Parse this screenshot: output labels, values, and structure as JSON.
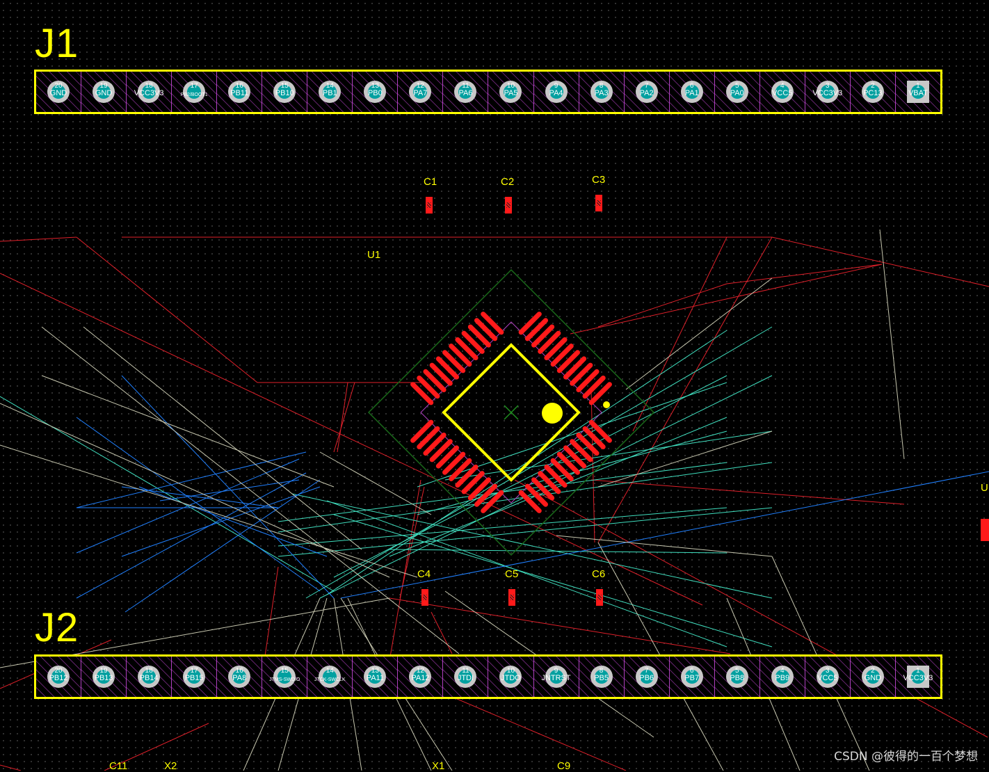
{
  "app": {
    "watermark": "CSDN @彼得的一百个梦想"
  },
  "colors": {
    "silkscreen": "#ffff00",
    "pad": "#ff1a1a",
    "ratsnest_red": "#e0202a",
    "ratsnest_cyan": "#40e0c0",
    "ratsnest_blue": "#2080ff",
    "ratsnest_gray": "#c8c8b0",
    "courtyard": "#1a6a1a",
    "hatch": "#b040c0"
  },
  "components": {
    "j1": {
      "designator": "J1"
    },
    "j2": {
      "designator": "J2"
    },
    "u1": {
      "designator": "U1"
    },
    "caps_top": [
      {
        "designator": "C1"
      },
      {
        "designator": "C2"
      },
      {
        "designator": "C3"
      }
    ],
    "caps_bottom": [
      {
        "designator": "C4"
      },
      {
        "designator": "C5"
      },
      {
        "designator": "C6"
      }
    ],
    "bottom_edge": [
      {
        "designator": "C11"
      },
      {
        "designator": "X2"
      },
      {
        "designator": "X1"
      },
      {
        "designator": "C9"
      }
    ],
    "right_edge": {
      "designator": "U"
    }
  },
  "headers": {
    "j1_pins": [
      {
        "num": "20",
        "net": "GND"
      },
      {
        "num": "19",
        "net": "GND"
      },
      {
        "num": "18",
        "net": "VCC3V3"
      },
      {
        "num": "17",
        "net": "PB2/BOOT1",
        "small": true
      },
      {
        "num": "16",
        "net": "PB11"
      },
      {
        "num": "15",
        "net": "PB10"
      },
      {
        "num": "14",
        "net": "PB1"
      },
      {
        "num": "13",
        "net": "PB0"
      },
      {
        "num": "12",
        "net": "PA7"
      },
      {
        "num": "11",
        "net": "PA6"
      },
      {
        "num": "10",
        "net": "PA5"
      },
      {
        "num": "9",
        "net": "PA4"
      },
      {
        "num": "8",
        "net": "PA3"
      },
      {
        "num": "7",
        "net": "PA2"
      },
      {
        "num": "6",
        "net": "PA1"
      },
      {
        "num": "5",
        "net": "PA0"
      },
      {
        "num": "4",
        "net": "VCC5"
      },
      {
        "num": "3",
        "net": "VCC3V3"
      },
      {
        "num": "2",
        "net": "PC13"
      },
      {
        "num": "1",
        "net": "VBAT",
        "square": true
      }
    ],
    "j2_pins": [
      {
        "num": "20",
        "net": "PB12"
      },
      {
        "num": "19",
        "net": "PB13"
      },
      {
        "num": "18",
        "net": "PB14"
      },
      {
        "num": "17",
        "net": "PB15"
      },
      {
        "num": "16",
        "net": "PA8"
      },
      {
        "num": "15",
        "net": "JTMS-SWDIO",
        "small": true
      },
      {
        "num": "14",
        "net": "JTCK-SWCLK",
        "small": true
      },
      {
        "num": "13",
        "net": "PA11"
      },
      {
        "num": "12",
        "net": "PA12"
      },
      {
        "num": "11",
        "net": "JTDI"
      },
      {
        "num": "10",
        "net": "JTDO"
      },
      {
        "num": "9",
        "net": "JNTRST"
      },
      {
        "num": "8",
        "net": "PB5"
      },
      {
        "num": "7",
        "net": "PB6"
      },
      {
        "num": "6",
        "net": "PB7"
      },
      {
        "num": "5",
        "net": "PB8"
      },
      {
        "num": "4",
        "net": "PB9"
      },
      {
        "num": "3",
        "net": "VCC5"
      },
      {
        "num": "2",
        "net": "GND"
      },
      {
        "num": "1",
        "net": "VCC3V3",
        "square": true
      }
    ]
  }
}
